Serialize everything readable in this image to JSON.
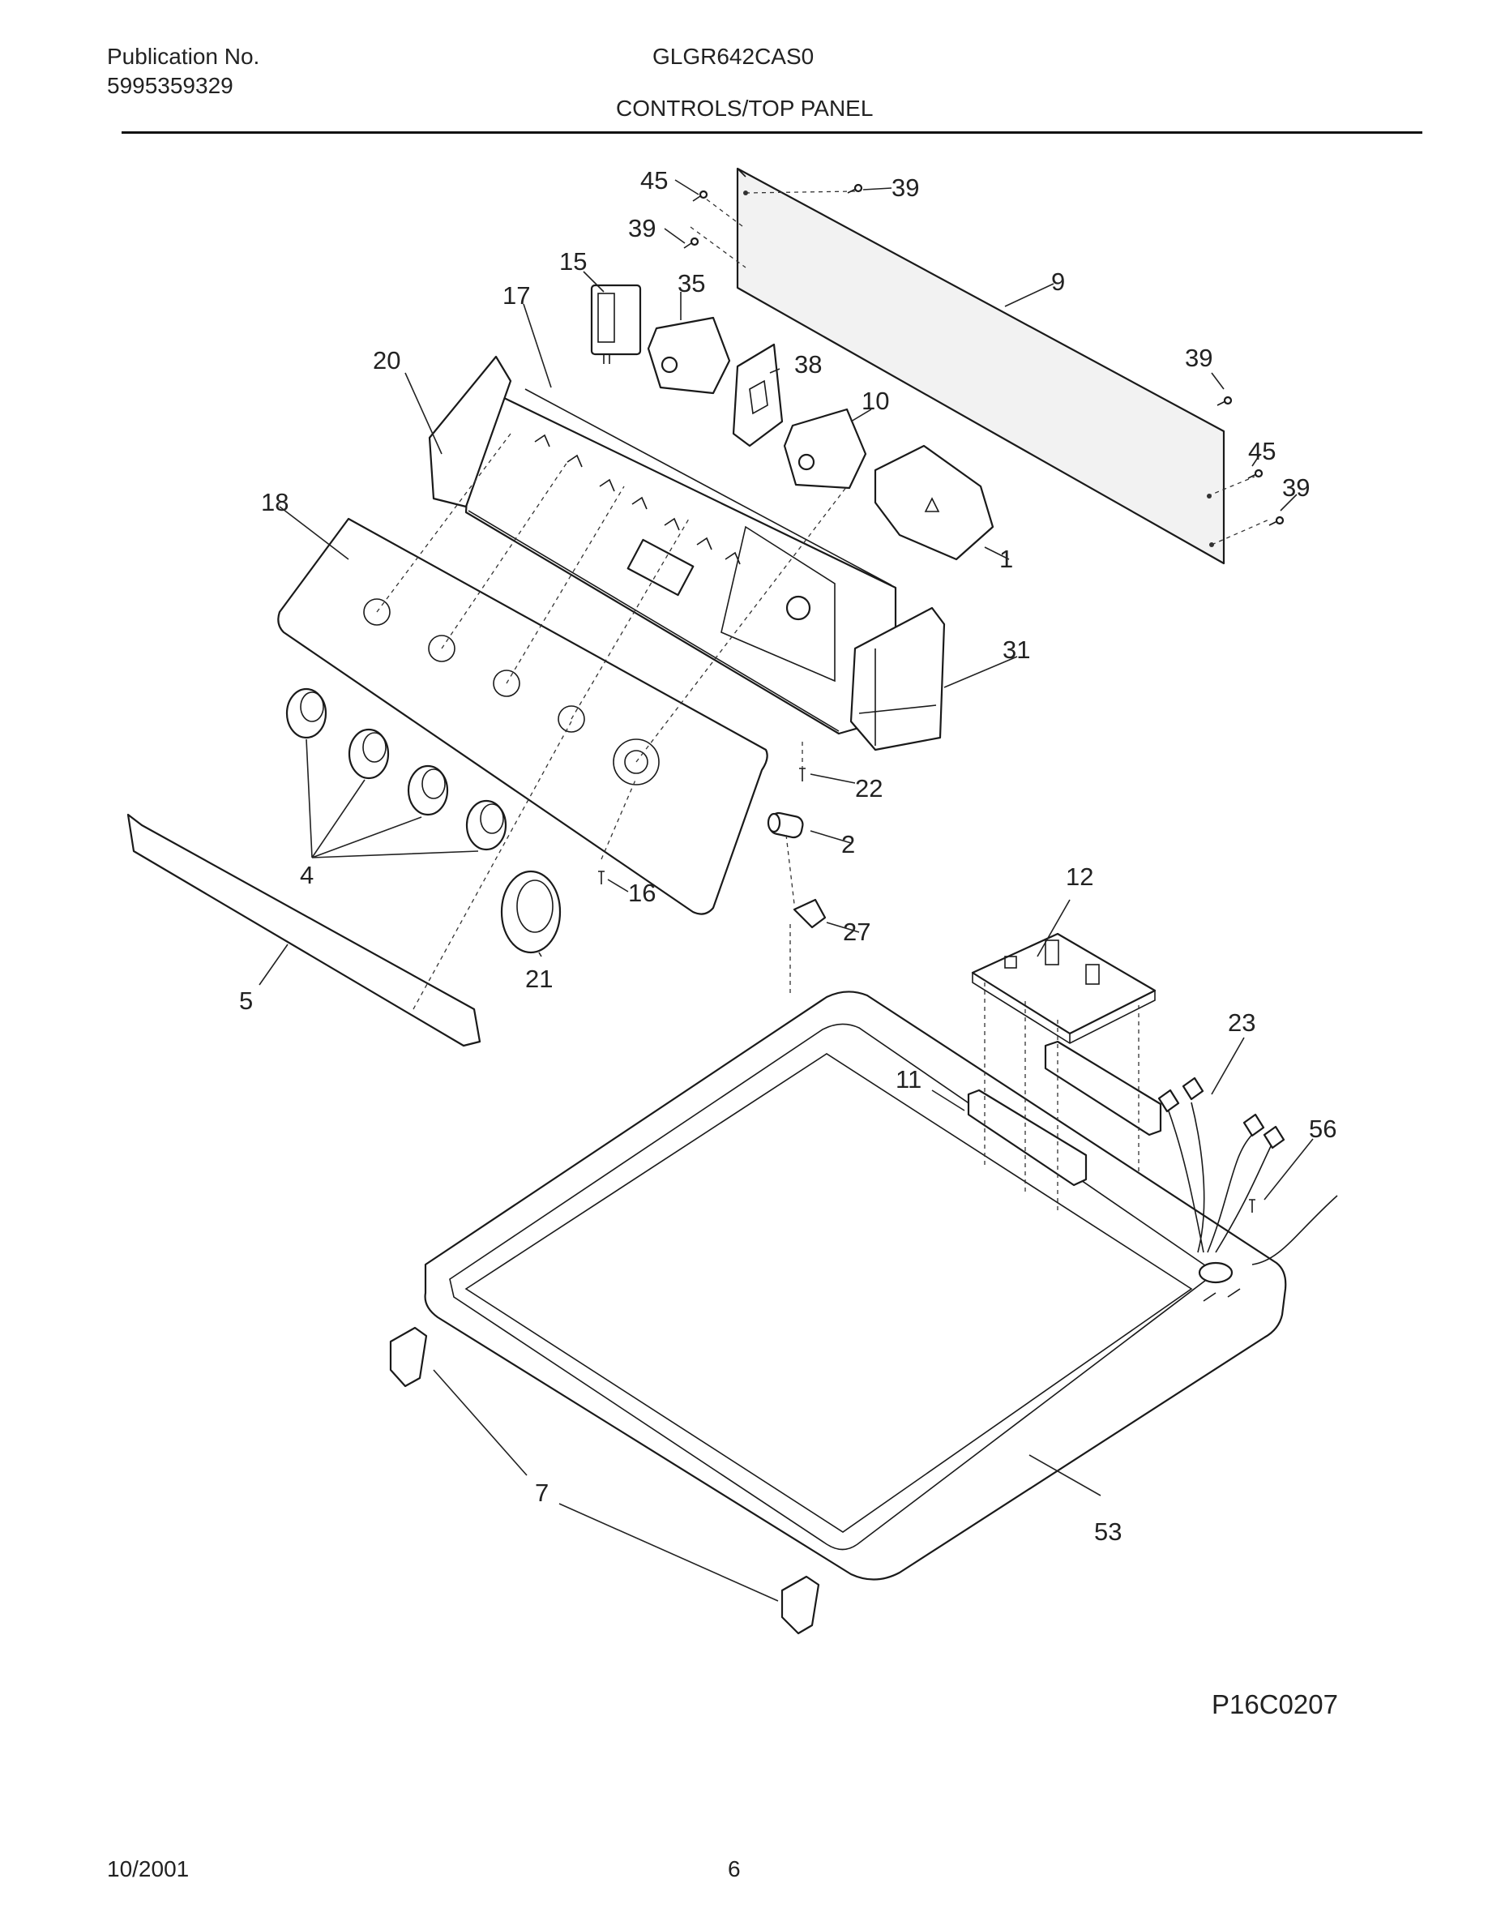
{
  "header": {
    "publication_label": "Publication No.",
    "publication_number": "5995359329",
    "model_number": "GLGR642CAS0",
    "section_title": "CONTROLS/TOP PANEL"
  },
  "callouts": [
    "45",
    "39",
    "39",
    "15",
    "35",
    "17",
    "9",
    "20",
    "38",
    "39",
    "10",
    "45",
    "39",
    "18",
    "1",
    "31",
    "22",
    "2",
    "4",
    "16",
    "12",
    "27",
    "21",
    "5",
    "23",
    "11",
    "56",
    "7",
    "53"
  ],
  "footer": {
    "drawing_id": "P16C0207",
    "date": "10/2001",
    "page_number": "6"
  }
}
